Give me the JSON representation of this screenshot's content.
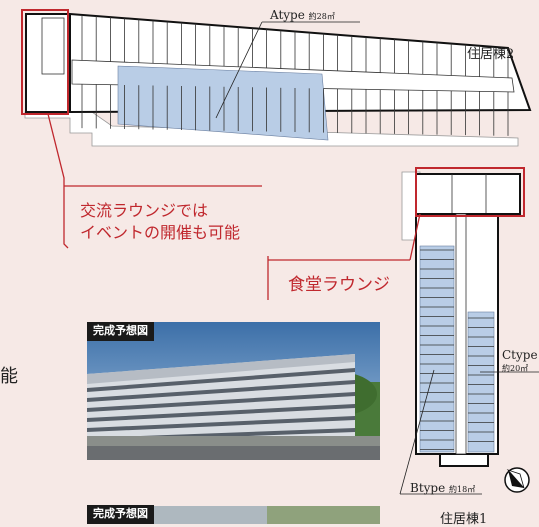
{
  "building2": {
    "label": "住居棟2"
  },
  "building1": {
    "label": "住居棟1"
  },
  "unit_a": {
    "name": "Atype",
    "area": "約28㎡"
  },
  "unit_b": {
    "name": "Btype",
    "area": "約18㎡"
  },
  "unit_c": {
    "name": "Ctype",
    "area": "約20㎡"
  },
  "callout_exchange": {
    "line1": "交流ラウンジでは",
    "line2": "イベントの開催も可能"
  },
  "callout_dining": {
    "text": "食堂ラウンジ"
  },
  "photo1": {
    "caption": "完成予想図"
  },
  "photo2": {
    "caption": "完成予想図"
  },
  "side_text": "能",
  "colors": {
    "background": "#f6e9e6",
    "highlight_units": "#b9cde6",
    "callout_red": "#c0282e",
    "wall": "#1a1a1a"
  }
}
